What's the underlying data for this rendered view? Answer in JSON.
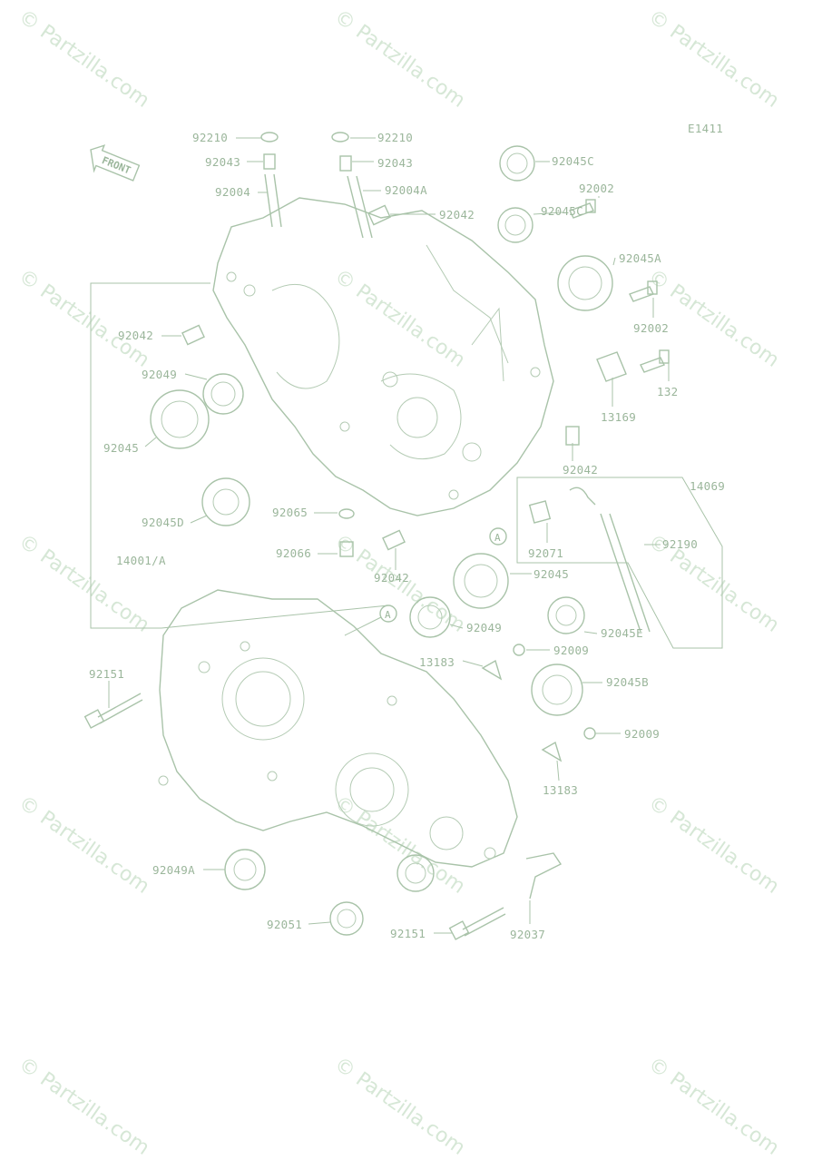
{
  "diagram_code": "E1411",
  "front_label": "FRONT",
  "watermark": "© Partzilla.com",
  "callouts": {
    "a1": "A",
    "a2": "A"
  },
  "parts": {
    "p92210_left": "92210",
    "p92210_right": "92210",
    "p92043_left": "92043",
    "p92043_right": "92043",
    "p92004": "92004",
    "p92004A": "92004A",
    "p92045C_top": "92045C",
    "p92045C_mid": "92045C",
    "p92002_top": "92002",
    "p92042_top": "92042",
    "p92045A": "92045A",
    "p92002_mid": "92002",
    "p92042_left": "92042",
    "p92049_left": "92049",
    "p132": "132",
    "p13169": "13169",
    "p92045_left": "92045",
    "p92042_right": "92042",
    "p14069": "14069",
    "p92045D": "92045D",
    "p92065": "92065",
    "p92190": "92190",
    "p92071": "92071",
    "p92066": "92066",
    "p14001A": "14001/A",
    "p92042_mid": "92042",
    "p92045_mid": "92045",
    "p92049_mid": "92049",
    "p92045E": "92045E",
    "p13183_left": "13183",
    "p92009_top": "92009",
    "p92151_left": "92151",
    "p92045B": "92045B",
    "p92009_bot": "92009",
    "p13183_right": "13183",
    "p92049A": "92049A",
    "p92051": "92051",
    "p92151_bot": "92151",
    "p92037": "92037"
  }
}
